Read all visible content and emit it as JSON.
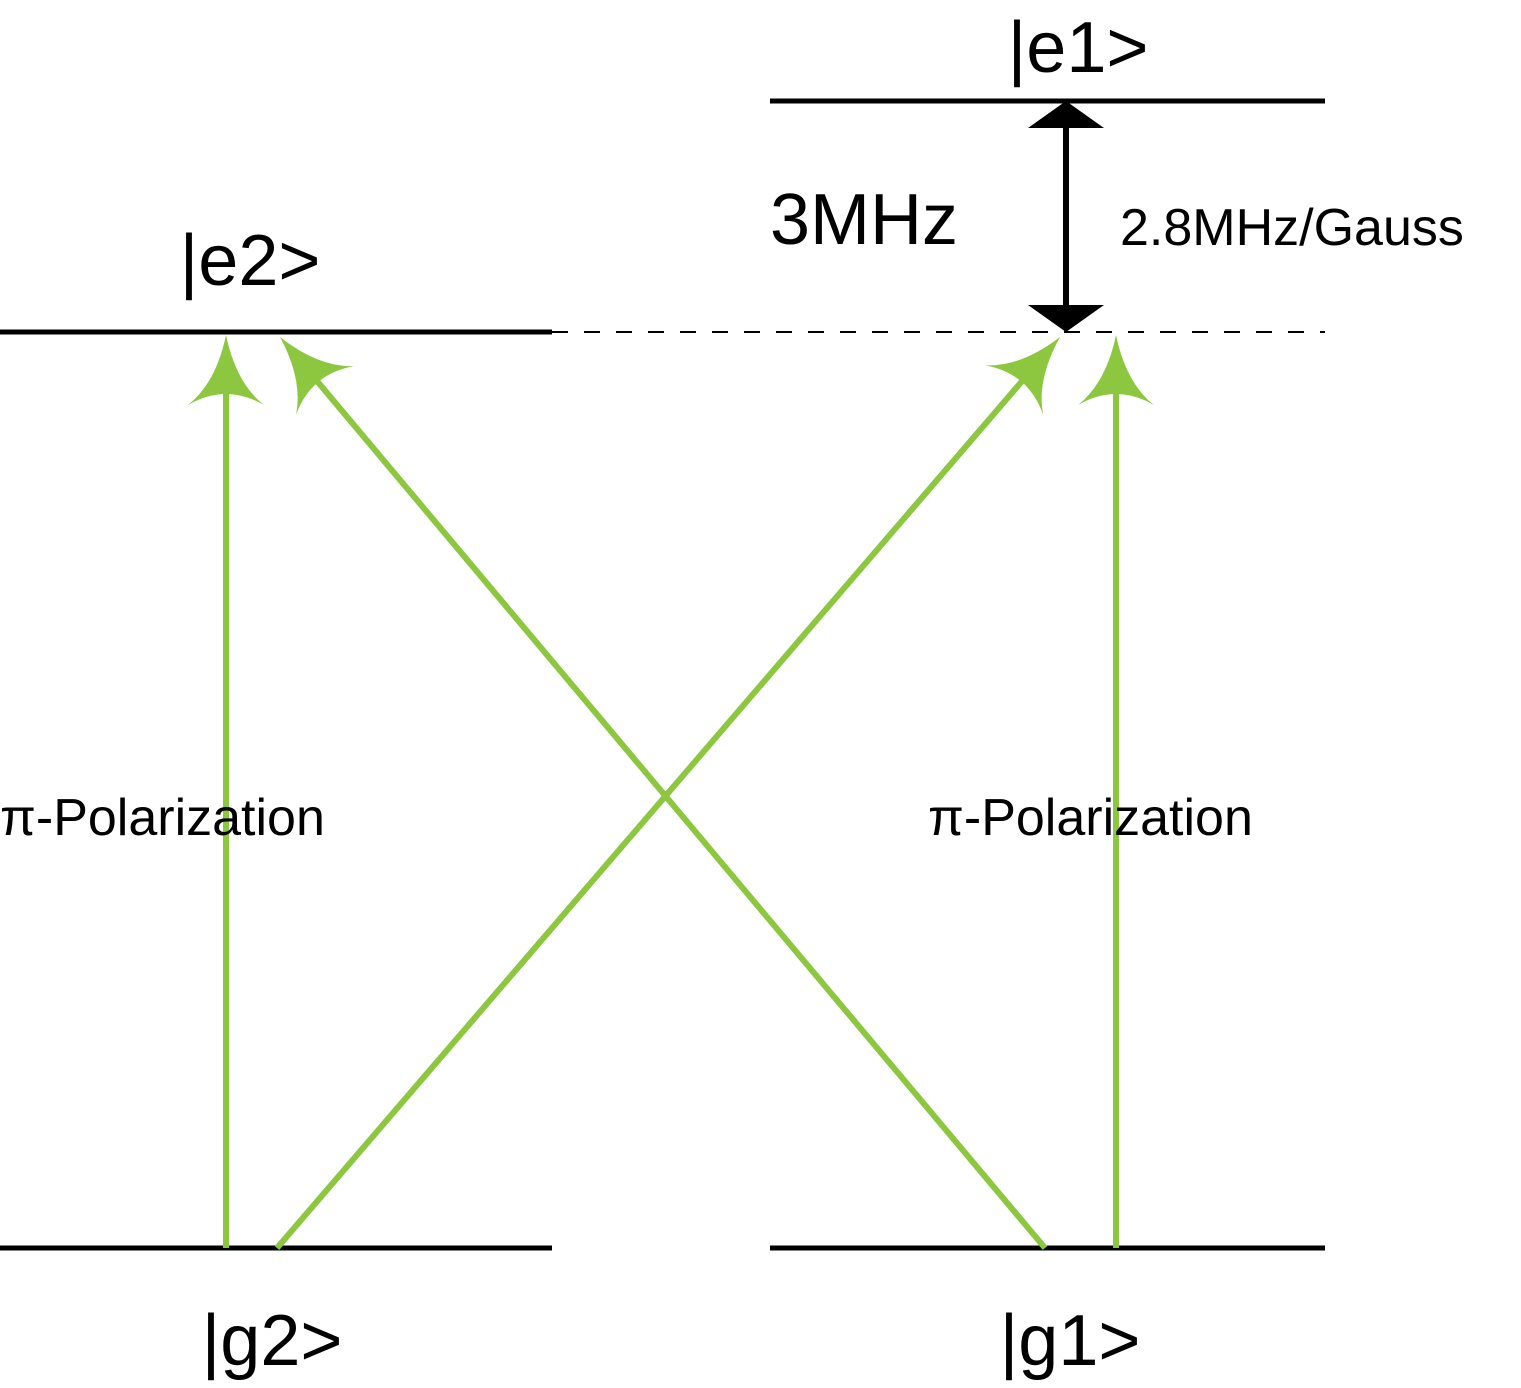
{
  "diagram": {
    "title": "",
    "colors": {
      "level_line": "#000000",
      "transition": "#8dc63f",
      "splitting_arrow": "#000000",
      "virtual_level": "#000000"
    },
    "levels": {
      "e1": {
        "label": "|e1>"
      },
      "e2": {
        "label": "|e2>"
      },
      "g1": {
        "label": "|g1>"
      },
      "g2": {
        "label": "|g2>"
      }
    },
    "splitting": {
      "frequency": "3MHz",
      "zeeman_rate": "2.8MHz/Gauss"
    },
    "polarization_labels": {
      "left": "π-Polarization",
      "right": "π-Polarization"
    },
    "transitions": [
      {
        "from": "g2",
        "to": "e2",
        "kind": "vertical"
      },
      {
        "from": "g1",
        "to": "e2",
        "kind": "diagonal"
      },
      {
        "from": "g2",
        "to": "virtual",
        "kind": "diagonal"
      },
      {
        "from": "g1",
        "to": "virtual",
        "kind": "vertical"
      }
    ]
  }
}
